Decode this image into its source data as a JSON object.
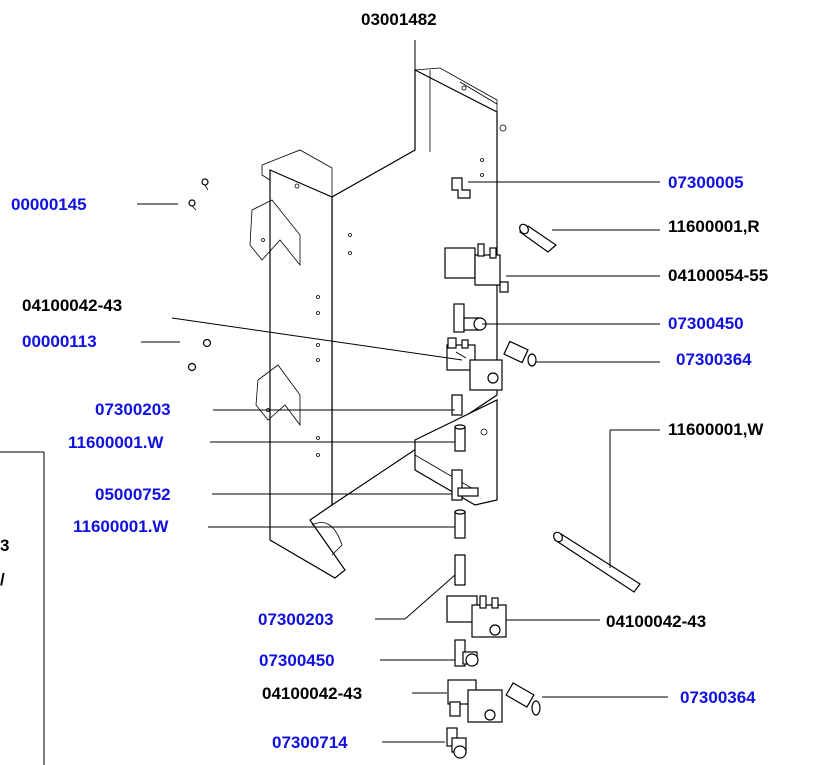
{
  "labels": {
    "top": "03001482",
    "screw_a": "00000145",
    "screw_b": "00000113",
    "elbow_top": "07300005",
    "tube_r": "11600001,R",
    "valve_top": "04100054-55",
    "valve_mid_left": "04100042-43",
    "tee_mid": "07300450",
    "connector_mid": "07300364",
    "fitting_mid": "07300203",
    "tube_w1": "11600001.W",
    "tube_w_long": "11600001,W",
    "tee_05": "05000752",
    "tube_w2": "11600001.W",
    "fitting_low": "07300203",
    "valve_low_right": "04100042-43",
    "tee_low": "07300450",
    "valve_bottom": "04100042-43",
    "connector_low": "07300364",
    "elbow_bottom": "07300714",
    "left_fragment_1": "3",
    "left_fragment_2": "/"
  },
  "colors": {
    "part_link": "#1010e0",
    "part_text": "#000000"
  }
}
